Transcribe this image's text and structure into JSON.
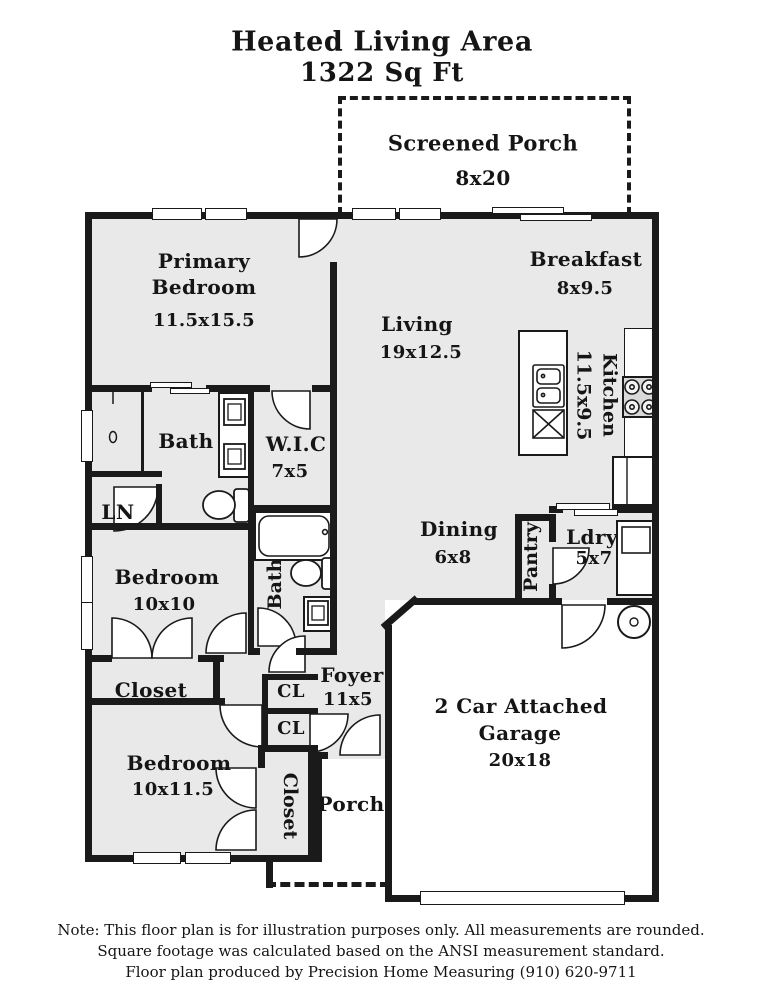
{
  "title": {
    "line1": "Heated Living Area",
    "line2": "1322 Sq Ft"
  },
  "rooms": {
    "screened_porch": {
      "name": "Screened Porch",
      "dims": "8x20"
    },
    "primary_bedroom": {
      "name_line1": "Primary",
      "name_line2": "Bedroom",
      "dims": "11.5x15.5"
    },
    "living": {
      "name": "Living",
      "dims": "19x12.5"
    },
    "breakfast": {
      "name": "Breakfast",
      "dims": "8x9.5"
    },
    "kitchen": {
      "name": "Kitchen",
      "dims": "11.5x9.5"
    },
    "bath_primary": {
      "name": "Bath"
    },
    "wic": {
      "name": "W.I.C",
      "dims": "7x5"
    },
    "linen": {
      "name": "LN"
    },
    "bedroom_2": {
      "name": "Bedroom",
      "dims": "10x10"
    },
    "closet_2": {
      "name": "Closet"
    },
    "bath_2": {
      "name": "Bath"
    },
    "dining": {
      "name": "Dining",
      "dims": "6x8"
    },
    "pantry": {
      "name": "Pantry"
    },
    "laundry": {
      "name": "Ldry",
      "dims": "5x7"
    },
    "foyer": {
      "name": "Foyer",
      "dims": "11x5"
    },
    "closet_cl_1": {
      "name": "CL"
    },
    "closet_cl_2": {
      "name": "CL"
    },
    "bedroom_3": {
      "name": "Bedroom",
      "dims": "10x11.5"
    },
    "closet_3": {
      "name": "Closet"
    },
    "porch": {
      "name": "Porch"
    },
    "garage": {
      "name_line1": "2 Car Attached",
      "name_line2": "Garage",
      "dims": "20x18"
    }
  },
  "notes": {
    "line1": "Note: This floor plan is for illustration purposes only. All measurements are rounded.",
    "line2": "Square footage was calculated based on the ANSI measurement standard.",
    "line3": "Floor plan produced by Precision Home Measuring (910) 620-9711"
  },
  "colors": {
    "wall": "#1a1a1a",
    "heated_fill": "#e9e9e9",
    "unheated_fill": "#ffffff"
  }
}
